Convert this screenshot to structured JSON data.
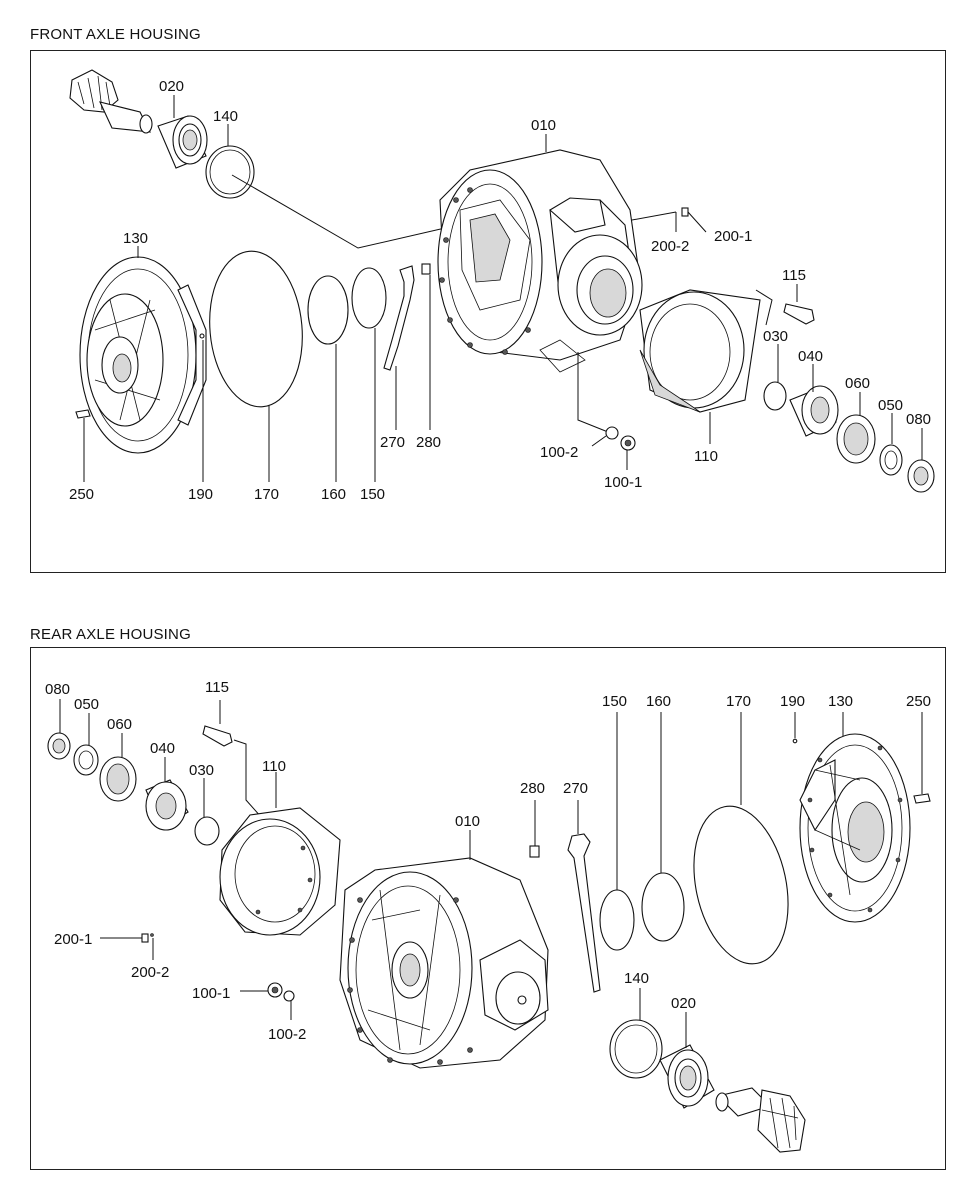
{
  "front": {
    "title": "FRONT AXLE HOUSING",
    "labels": {
      "p020": "020",
      "p140": "140",
      "p010": "010",
      "p200_2": "200-2",
      "p200_1": "200-1",
      "p130": "130",
      "p115": "115",
      "p030": "030",
      "p040": "040",
      "p060": "060",
      "p050": "050",
      "p080": "080",
      "p270": "270",
      "p280": "280",
      "p100_2": "100-2",
      "p110": "110",
      "p100_1": "100-1",
      "p250": "250",
      "p190": "190",
      "p170": "170",
      "p160": "160",
      "p150": "150"
    }
  },
  "rear": {
    "title": "REAR AXLE HOUSING",
    "labels": {
      "p080": "080",
      "p050": "050",
      "p060": "060",
      "p040": "040",
      "p030": "030",
      "p115": "115",
      "p110": "110",
      "p150": "150",
      "p160": "160",
      "p170": "170",
      "p190": "190",
      "p130": "130",
      "p250": "250",
      "p280": "280",
      "p270": "270",
      "p010": "010",
      "p200_1": "200-1",
      "p200_2": "200-2",
      "p100_1": "100-1",
      "p100_2": "100-2",
      "p140": "140",
      "p020": "020"
    }
  }
}
